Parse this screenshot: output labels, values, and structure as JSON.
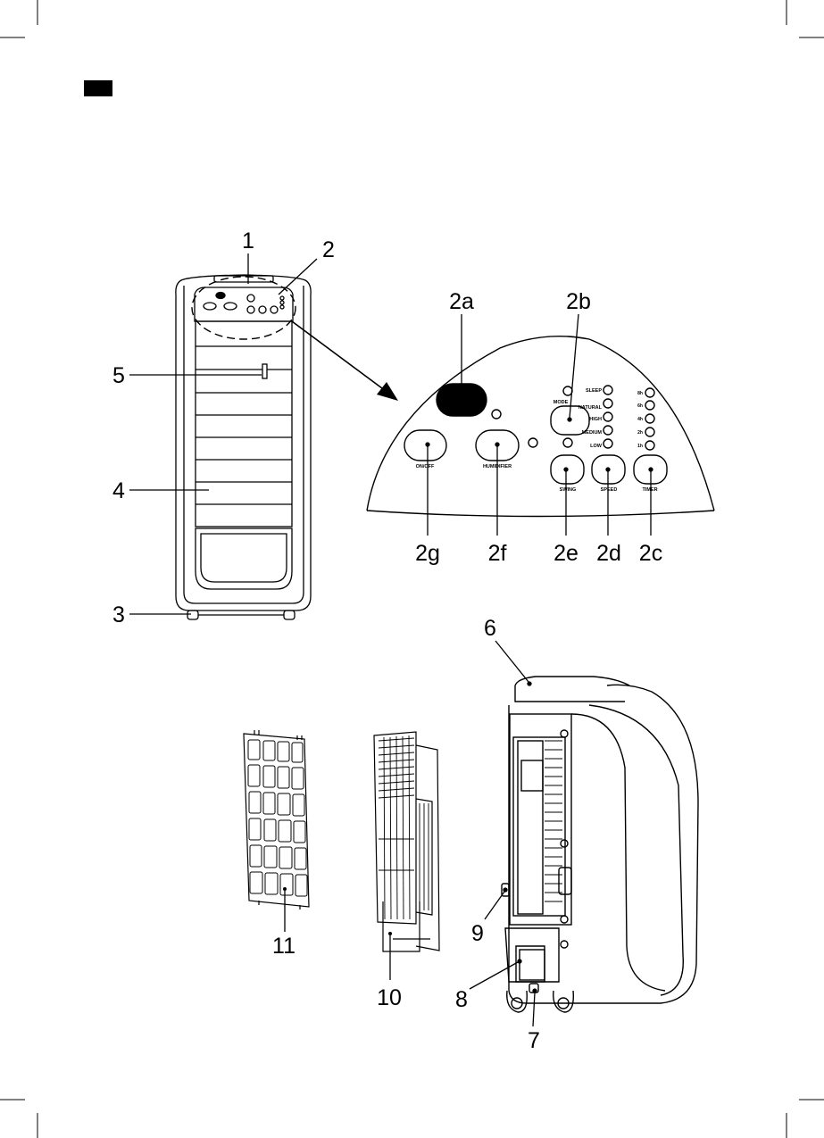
{
  "colors": {
    "ink": "#000000",
    "paper": "#ffffff",
    "tab": "#000000"
  },
  "callouts": {
    "c1": "1",
    "c2": "2",
    "c3": "3",
    "c4": "4",
    "c5": "5",
    "c6": "6",
    "c7": "7",
    "c8": "8",
    "c9": "9",
    "c10": "10",
    "c11": "11",
    "c2a": "2a",
    "c2b": "2b",
    "c2c": "2c",
    "c2d": "2d",
    "c2e": "2e",
    "c2f": "2f",
    "c2g": "2g"
  },
  "panel": {
    "onoff": "ON/OFF",
    "humidifier": "HUMIDIFIER",
    "swing": "SWING",
    "speed": "SPEED",
    "timer": "TIMER",
    "mode": "MODE",
    "sleep": "SLEEP",
    "natural": "NATURAL",
    "high": "HIGH",
    "medium": "MEDIUM",
    "low": "LOW",
    "t8h": "8h",
    "t6h": "6h",
    "t4h": "4h",
    "t2h": "2h",
    "t1h": "1h"
  }
}
